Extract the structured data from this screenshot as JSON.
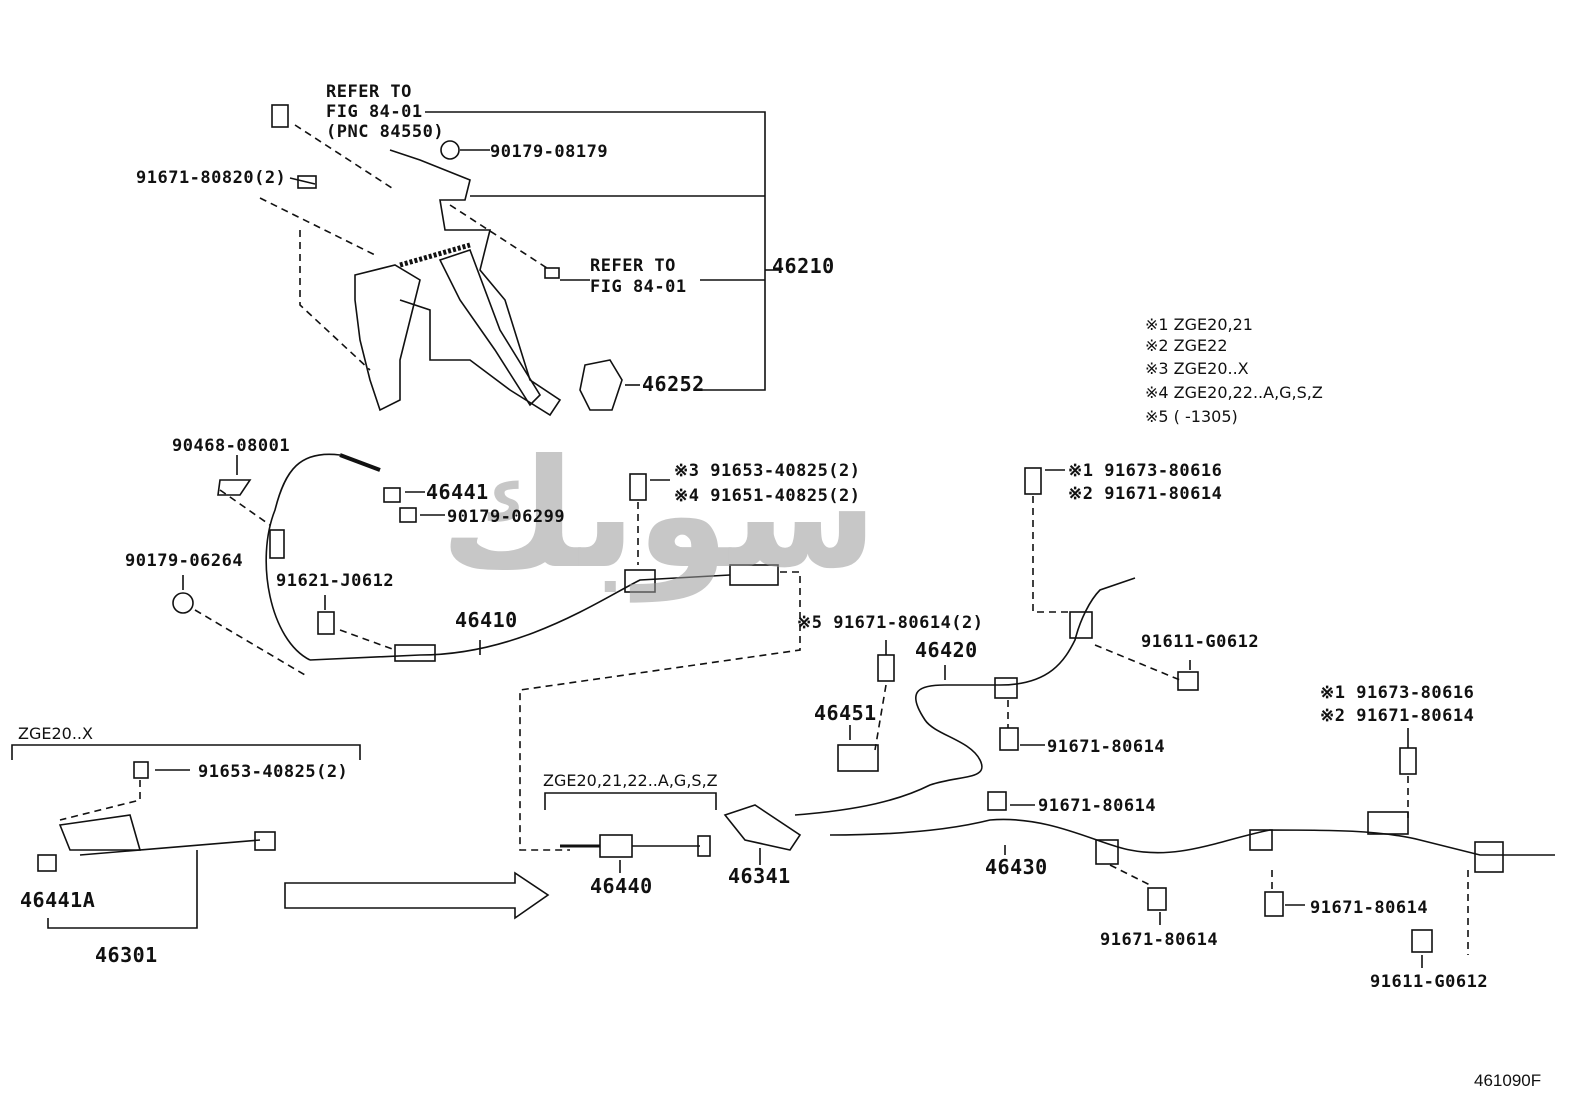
{
  "watermark": "سوبك",
  "figure_code": "461090F",
  "notes": [
    "※1   ZGE20,21",
    "※2   ZGE22",
    "※3 ZGE20..X",
    "※4 ZGE20,22..A,G,S,Z",
    "※5 (     -1305)"
  ],
  "group_labels": {
    "zge20x": "ZGE20..X",
    "zge_multi": "ZGE20,21,22..A,G,S,Z"
  },
  "refer1": [
    "REFER TO",
    "FIG 84-01",
    "(PNC 84550)"
  ],
  "refer2": [
    "REFER TO",
    "FIG 84-01"
  ],
  "parts": {
    "p90179_08179": "90179-08179",
    "p91671_80820": "91671-80820(2)",
    "p46210": "46210",
    "p46252": "46252",
    "p90468_08001": "90468-08001",
    "p46441": "46441",
    "p90179_06299": "90179-06299",
    "p90179_06264": "90179-06264",
    "p91621_J0612": "91621-J0612",
    "p46410": "46410",
    "p91653_40825_s3": "※3 91653-40825(2)",
    "p91651_40825_s4": "※4 91651-40825(2)",
    "p91673_80616_s1a": "※1 91673-80616",
    "p91671_80614_s2a": "※2 91671-80614",
    "p91671_80614_s5": "※5 91671-80614(2)",
    "p46420": "46420",
    "p91611_G0612a": "91611-G0612",
    "p46451": "46451",
    "p91671_80614_a": "91671-80614",
    "p91671_80614_b": "91671-80614",
    "p46430": "46430",
    "p91671_80614_c": "91671-80614",
    "p91673_80616_s1b": "※1 91673-80616",
    "p91671_80614_s2b": "※2 91671-80614",
    "p91671_80614_d": "91671-80614",
    "p91611_G0612b": "91611-G0612",
    "p91653_40825_2": "91653-40825(2)",
    "p46441A": "46441A",
    "p46301": "46301",
    "p46440": "46440",
    "p46341": "46341"
  }
}
